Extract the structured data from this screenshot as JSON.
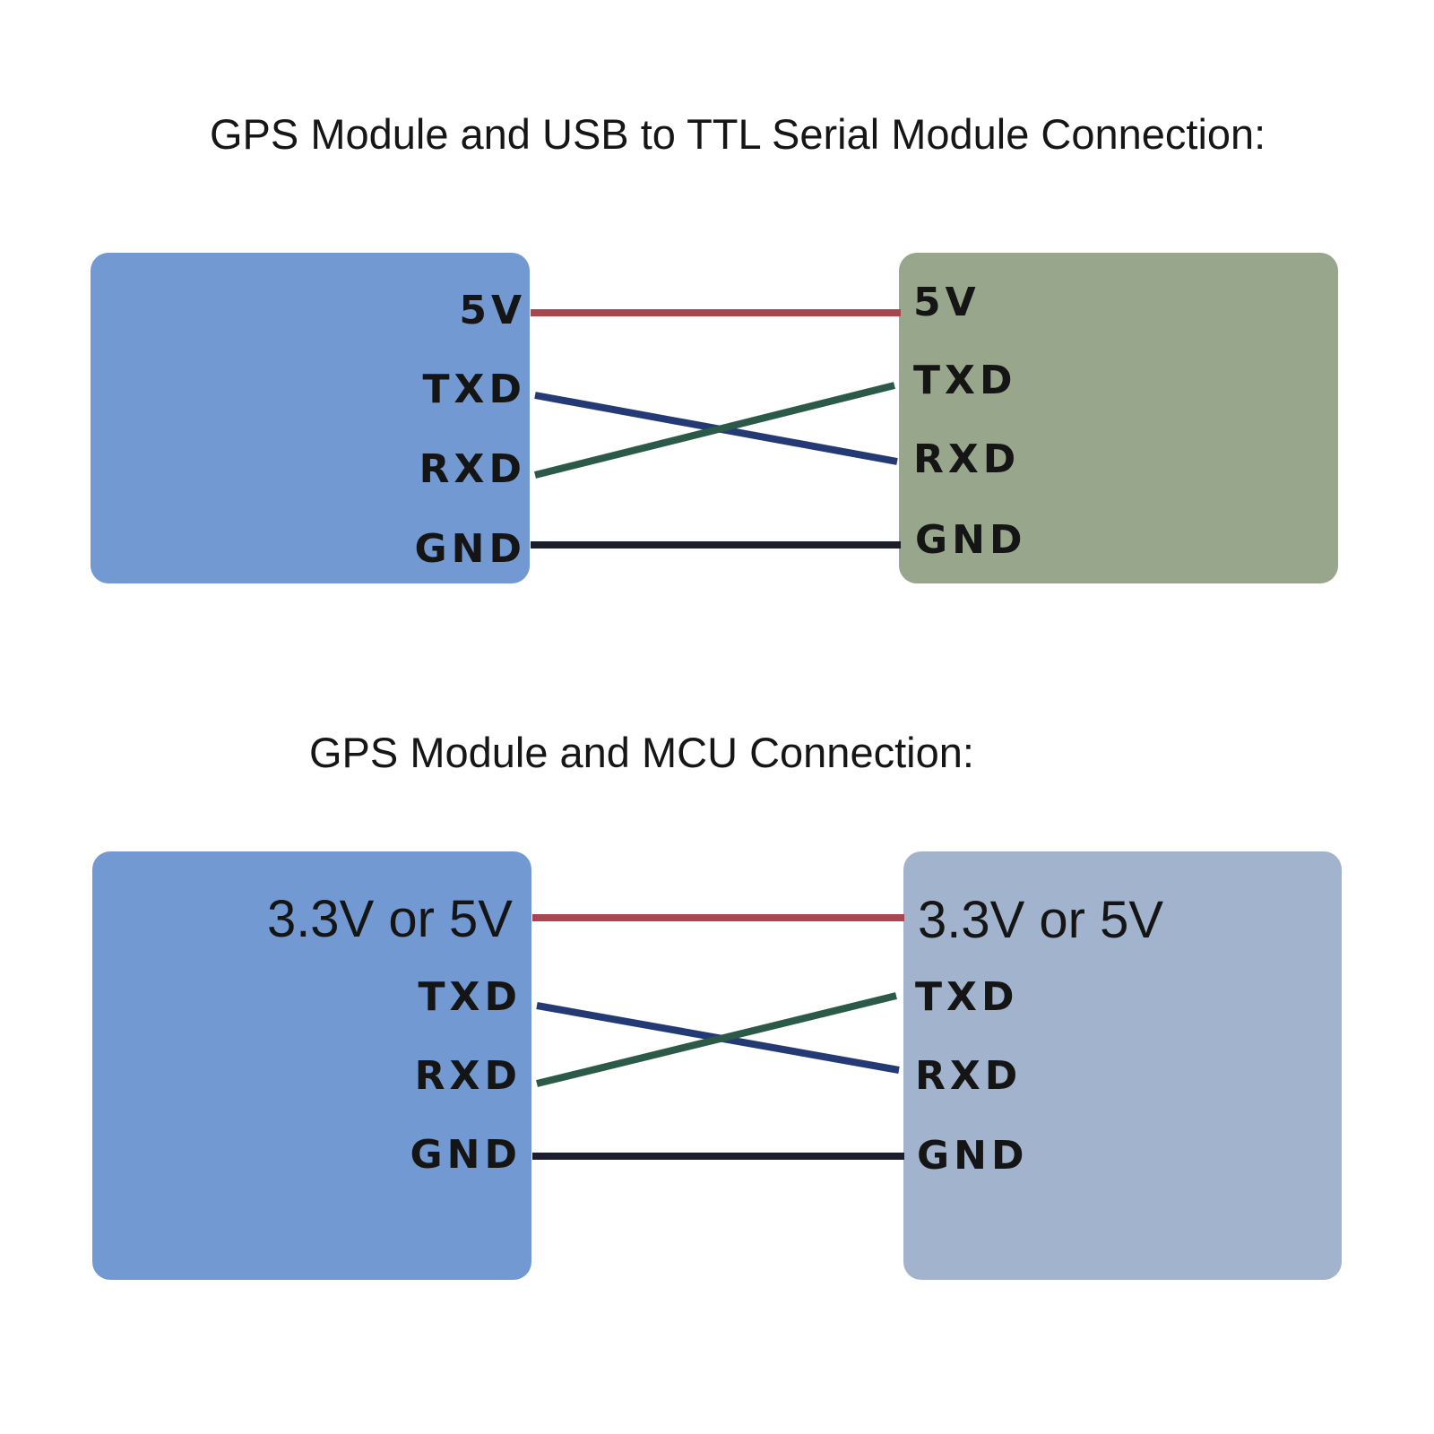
{
  "titles": {
    "top": "GPS Module and USB to TTL Serial Module Connection:",
    "bottom": "GPS Module and MCU Connection:"
  },
  "colors": {
    "gps_module_fill": "#7299d1",
    "usb_ttl_fill": "#98a78b",
    "mcu_fill": "#a2b3cd",
    "wire_power": "#a9454e",
    "wire_txd": "#243a74",
    "wire_rxd": "#2c5a49",
    "wire_gnd": "#1c1f2b"
  },
  "diagram1": {
    "left_pins": {
      "power": "5V",
      "txd": "TXD",
      "rxd": "RXD",
      "gnd": "GND"
    },
    "right_pins": {
      "power": "5V",
      "txd": "TXD",
      "rxd": "RXD",
      "gnd": "GND"
    }
  },
  "diagram2": {
    "left_pins": {
      "power": "3.3V or 5V",
      "txd": "TXD",
      "rxd": "RXD",
      "gnd": "GND"
    },
    "right_pins": {
      "power": "3.3V or 5V",
      "txd": "TXD",
      "rxd": "RXD",
      "gnd": "GND"
    }
  }
}
